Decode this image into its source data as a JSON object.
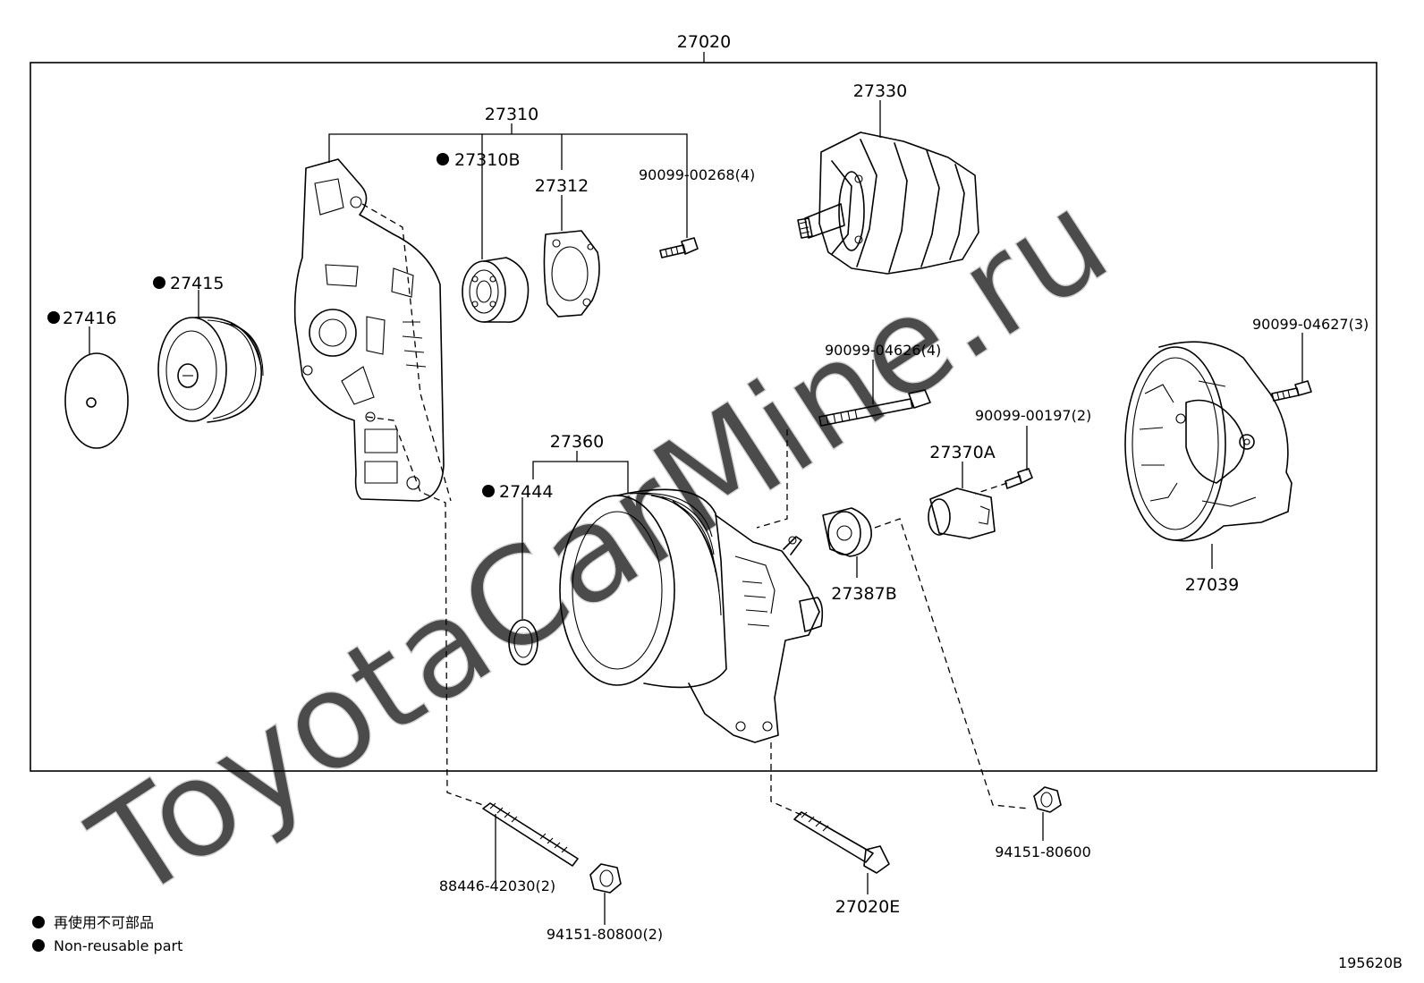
{
  "watermark": "ToyotaCarMine.ru",
  "assembly_label": "27020",
  "labels": {
    "p27310": "27310",
    "p27310B": "27310B",
    "p27312": "27312",
    "p90099_00268": "90099-00268(4)",
    "p27330": "27330",
    "p27415": "27415",
    "p27416": "27416",
    "p90099_04627": "90099-04627(3)",
    "p90099_04626": "90099-04626(4)",
    "p90099_00197": "90099-00197(2)",
    "p27370A": "27370A",
    "p27360": "27360",
    "p27444": "27444",
    "p27387B": "27387B",
    "p27039": "27039",
    "p88446_42030": "88446-42030(2)",
    "p94151_80800": "94151-80800(2)",
    "p27020E": "27020E",
    "p94151_80600": "94151-80600"
  },
  "legend": {
    "jp": "再使用不可部品",
    "en": "Non-reusable part"
  },
  "figure_number": "195620B"
}
